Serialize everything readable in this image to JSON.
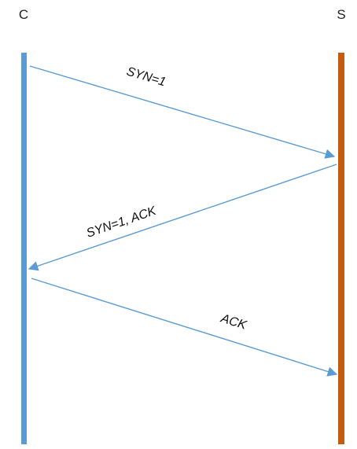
{
  "participants": {
    "client": {
      "label": "C",
      "color": "#5b9bd5"
    },
    "server": {
      "label": "S",
      "color": "#c55a11"
    }
  },
  "messages": [
    {
      "label": "SYN=1",
      "from": "client",
      "to": "server",
      "color": "#5b9bd5"
    },
    {
      "label": "SYN=1, ACK",
      "from": "server",
      "to": "client",
      "color": "#5b9bd5"
    },
    {
      "label": "ACK",
      "from": "client",
      "to": "server",
      "color": "#5b9bd5"
    }
  ]
}
